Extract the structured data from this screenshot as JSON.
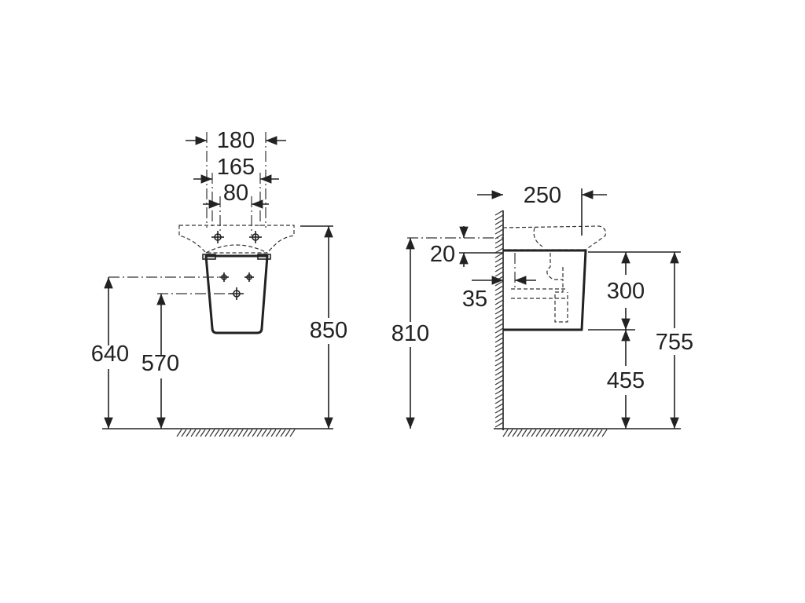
{
  "front_view": {
    "dimensions": {
      "width_180": "180",
      "width_165": "165",
      "width_80": "80",
      "height_850": "850",
      "height_640": "640",
      "height_570": "570"
    }
  },
  "side_view": {
    "dimensions": {
      "depth_250": "250",
      "offset_20": "20",
      "offset_35": "35",
      "height_810": "810",
      "height_300": "300",
      "height_455": "455",
      "height_755": "755"
    }
  }
}
